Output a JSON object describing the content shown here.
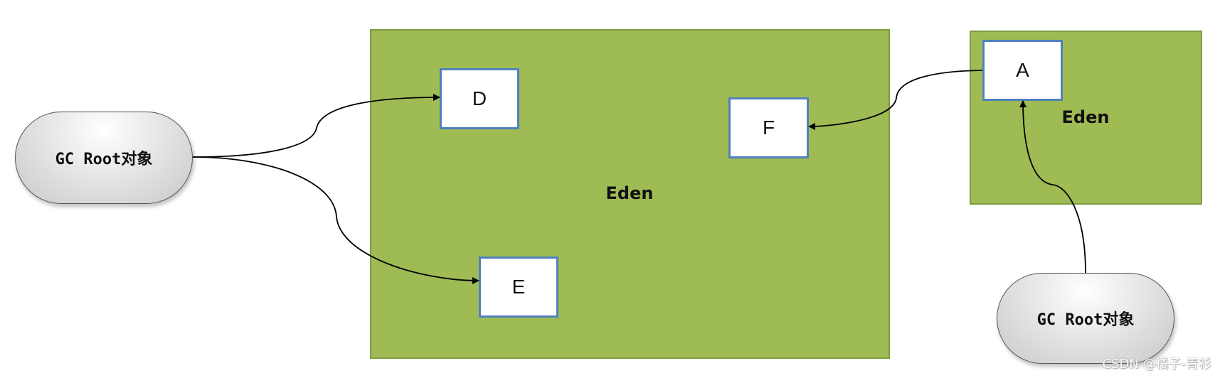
{
  "regions": {
    "main_eden": {
      "label": "Eden"
    },
    "small_eden": {
      "label": "Eden"
    }
  },
  "objects": {
    "d": "D",
    "e": "E",
    "f": "F",
    "a": "A"
  },
  "gc_roots": {
    "left": "GC Root对象",
    "right": "GC Root对象"
  },
  "colors": {
    "region_fill": "#9fbb54",
    "object_border": "#4f81bd"
  },
  "watermark": "CSDN @橘子-青衫"
}
